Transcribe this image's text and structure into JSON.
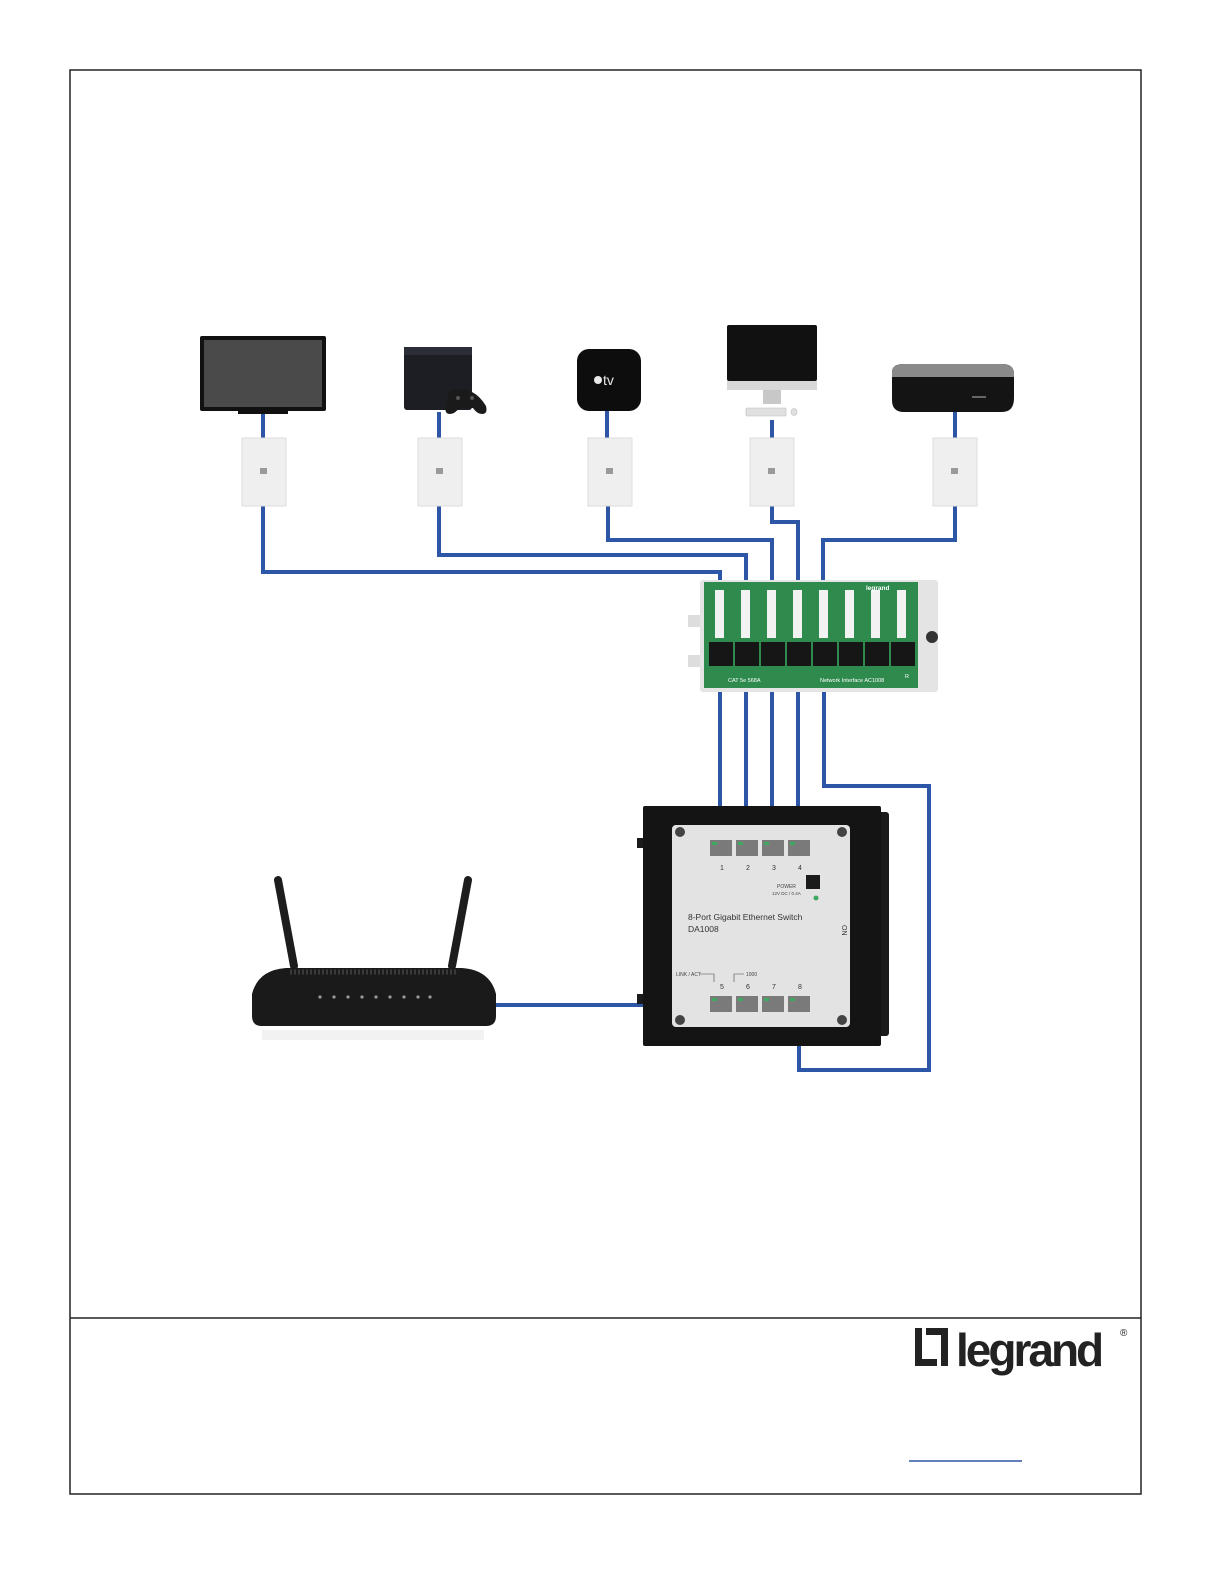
{
  "devices": {
    "tv": {
      "icon": "television-icon"
    },
    "game_console": {
      "icon": "game-console-icon"
    },
    "apple_tv": {
      "icon": "apple-tv-icon",
      "label": "tv"
    },
    "imac": {
      "icon": "desktop-computer-icon"
    },
    "media_box": {
      "icon": "media-player-icon"
    }
  },
  "wall_plates": {
    "count": 5,
    "icon": "ethernet-wall-jack-icon"
  },
  "network_interface": {
    "icon": "network-interface-module-icon",
    "brand": "legrand",
    "label_left": "CAT 5e 568A",
    "label_model": "Network Interface AC1008",
    "label_right": "R"
  },
  "switch": {
    "icon": "ethernet-switch-icon",
    "title": "8-Port Gigabit Ethernet Switch",
    "model": "DA1008",
    "port_numbers_top": [
      "1",
      "2",
      "3",
      "4"
    ],
    "port_numbers_bottom": [
      "5",
      "6",
      "7",
      "8"
    ],
    "power_label": "POWER",
    "power_spec": "12V DC / 0.4A",
    "link_label": "LINK / ACT",
    "speed_label": "1000",
    "side_label": "ON"
  },
  "router": {
    "icon": "wireless-router-icon"
  },
  "cable_color": "#2e56a6",
  "footer": {
    "logo_text": "legrand",
    "registered_mark": "®",
    "logo_color": "#222222"
  }
}
